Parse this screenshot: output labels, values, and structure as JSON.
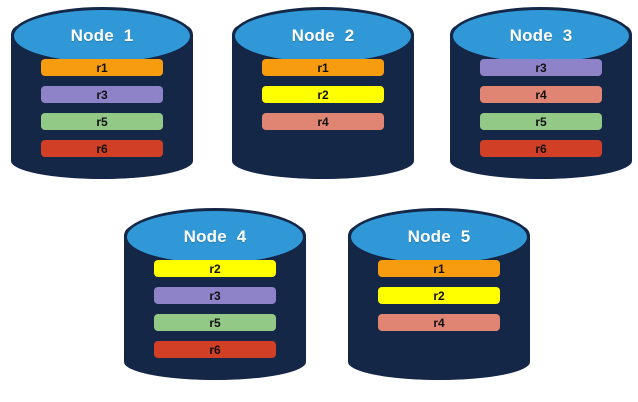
{
  "diagram": {
    "title_text": "",
    "background_color": "#ffffff",
    "cylinder_body_color": "#152747",
    "cylinder_top_color": "#3098D6",
    "cylinder_rim_color": "#152747",
    "label_text_color": "#ffffff",
    "bar_text_color": "#111111"
  },
  "replica_colors": {
    "r1": "#F79C0E",
    "r2": "#FFFF00",
    "r3": "#8E82C8",
    "r4": "#E08574",
    "r5": "#93C987",
    "r6": "#D03F26"
  },
  "nodes": [
    {
      "id": "node-1",
      "label": "Node  1",
      "replicas": [
        {
          "label": "r1",
          "color": "#F79C0E"
        },
        {
          "label": "r3",
          "color": "#8E82C8"
        },
        {
          "label": "r5",
          "color": "#93C987"
        },
        {
          "label": "r6",
          "color": "#D03F26"
        }
      ]
    },
    {
      "id": "node-2",
      "label": "Node  2",
      "replicas": [
        {
          "label": "r1",
          "color": "#F79C0E"
        },
        {
          "label": "r2",
          "color": "#FFFF00"
        },
        {
          "label": "r4",
          "color": "#E08574"
        }
      ]
    },
    {
      "id": "node-3",
      "label": "Node  3",
      "replicas": [
        {
          "label": "r3",
          "color": "#8E82C8"
        },
        {
          "label": "r4",
          "color": "#E08574"
        },
        {
          "label": "r5",
          "color": "#93C987"
        },
        {
          "label": "r6",
          "color": "#D03F26"
        }
      ]
    },
    {
      "id": "node-4",
      "label": "Node  4",
      "replicas": [
        {
          "label": "r2",
          "color": "#FFFF00"
        },
        {
          "label": "r3",
          "color": "#8E82C8"
        },
        {
          "label": "r5",
          "color": "#93C987"
        },
        {
          "label": "r6",
          "color": "#D03F26"
        }
      ]
    },
    {
      "id": "node-5",
      "label": "Node  5",
      "replicas": [
        {
          "label": "r1",
          "color": "#F79C0E"
        },
        {
          "label": "r2",
          "color": "#FFFF00"
        },
        {
          "label": "r4",
          "color": "#E08574"
        }
      ]
    }
  ]
}
